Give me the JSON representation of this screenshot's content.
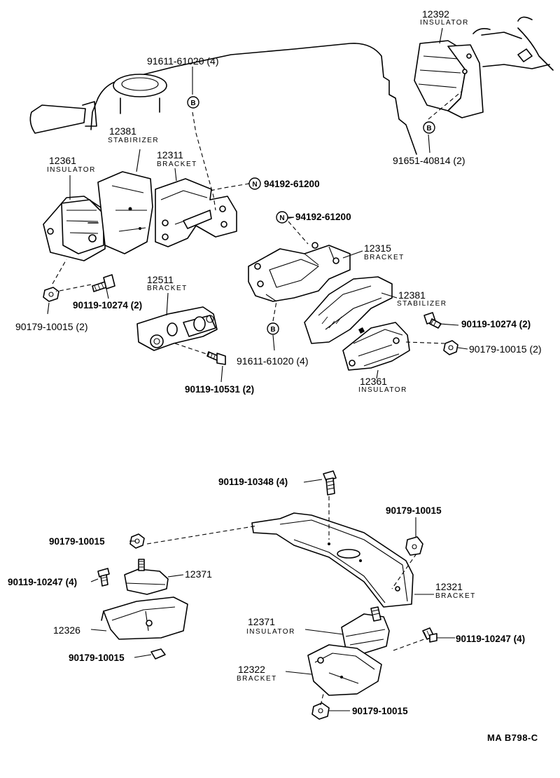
{
  "diagram": {
    "code": "MA  B798-C",
    "markers": {
      "b": "B",
      "n": "N"
    },
    "upper_left": {
      "bolt_top": "91611-61020 (4)",
      "stabilizer_no": "12381",
      "stabilizer_name": "STABIRIZER",
      "bracket_no": "12311",
      "bracket_name": "BRACKET",
      "insulator_no": "12361",
      "insulator_name": "INSULATOR",
      "nut_n": "94192-61200",
      "bracket2_no": "12511",
      "bracket2_name": "BRACKET",
      "bolt_a": "90119-10274 (2)",
      "nut_a": "90179-10015 (2)",
      "bolt_b": "90119-10531 (2)"
    },
    "upper_right": {
      "insulator_no": "12392",
      "insulator_name": "INSULATOR",
      "bolt_b": "91651-40814 (2)",
      "nut_n": "94192-61200",
      "bracket_no": "12315",
      "bracket_name": "BRACKET",
      "stabilizer_no": "12381",
      "stabilizer_name": "STABILIZER",
      "bolt_a": "90119-10274 (2)",
      "nut_a": "90179-10015 (2)",
      "bolt_c": "91611-61020 (4)",
      "insulator2_no": "12361",
      "insulator2_name": "INSULATOR"
    },
    "lower": {
      "bolt_top": "90119-10348 (4)",
      "nut_top": "90179-10015",
      "nut_left": "90179-10015",
      "insulator_left_no": "12371",
      "bolt_left": "90119-10247 (4)",
      "bracket_left_no": "12326",
      "nut_left_bottom": "90179-10015",
      "crossmember_no": "12321",
      "crossmember_name": "BRACKET",
      "insulator_right_no": "12371",
      "insulator_right_name": "INSULATOR",
      "bolt_right": "90119-10247 (4)",
      "bracket_right_no": "12322",
      "bracket_right_name": "BRACKET",
      "nut_bottom": "90179-10015"
    }
  }
}
